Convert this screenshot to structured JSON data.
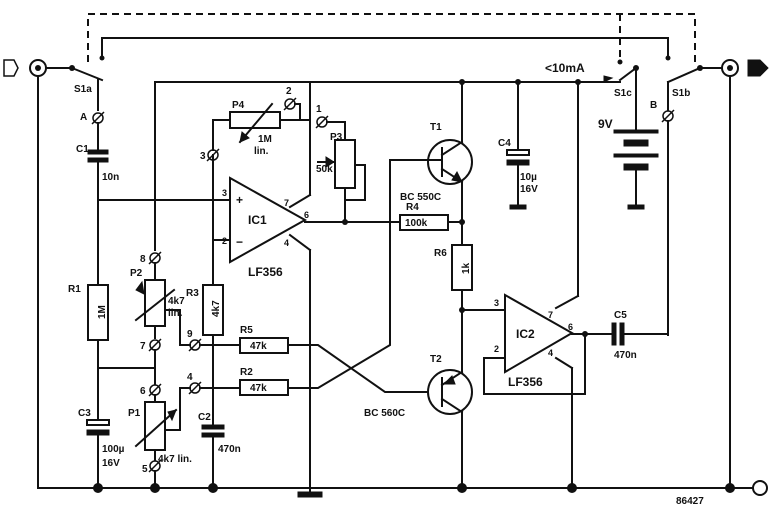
{
  "labels": {
    "s1a": "S1a",
    "s1b": "S1b",
    "s1c": "S1c",
    "a": "A",
    "b": "B",
    "current": "<10mA",
    "c1": "C1",
    "c1_val": "10n",
    "c2": "C2",
    "c2_val": "470n",
    "c3": "C3",
    "c3_val1": "100µ",
    "c3_val2": "16V",
    "c4": "C4",
    "c4_val1": "10µ",
    "c4_val2": "16V",
    "c5": "C5",
    "c5_val": "470n",
    "r1": "R1",
    "r1_val": "1M",
    "r2": "R2",
    "r2_val": "47k",
    "r3": "R3",
    "r3_val": "4k7",
    "r4": "R4",
    "r4_val": "100k",
    "r5": "R5",
    "r5_val": "47k",
    "r6": "R6",
    "r6_val": "1k",
    "p1": "P1",
    "p1_val": "4k7 lin.",
    "p2": "P2",
    "p2_val1": "4k7",
    "p2_val2": "lin.",
    "p3": "P3",
    "p3_val": "50k",
    "p4": "P4",
    "p4_val1": "1M",
    "p4_val2": "lin.",
    "ic1": "IC1",
    "ic1_type": "LF356",
    "ic2": "IC2",
    "ic2_type": "LF356",
    "t1": "T1",
    "t1_type": "BC 550C",
    "t2": "T2",
    "t2_type": "BC 560C",
    "battery": "9V",
    "code": "86427",
    "pin2": "2",
    "pin3": "3",
    "pin4": "4",
    "pin6": "6",
    "pin7": "7",
    "plus": "+",
    "minus": "−",
    "n1": "1",
    "n2": "2",
    "n3": "3",
    "n4": "4",
    "n5": "5",
    "n6": "6",
    "n7": "7",
    "n8": "8",
    "n9": "9"
  }
}
